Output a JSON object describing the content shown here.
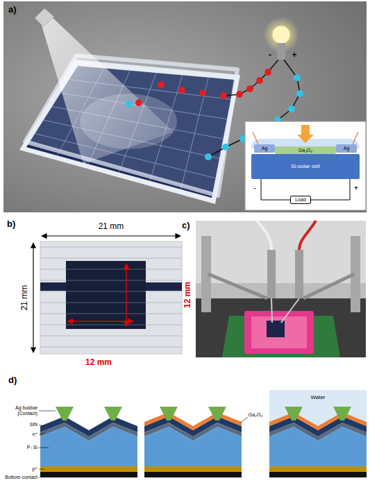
{
  "diagram": {
    "nodes": [
      {
        "text": [
          "Ag"
        ]
      },
      {
        "text": [
          "Ga₂O₃"
        ]
      },
      {
        "text": [
          "Ag"
        ]
      },
      {
        "text": [
          "Si-solar cell"
        ]
      },
      {
        "text": [
          "Load"
        ]
      },
      {
        "text": [
          "Water"
        ]
      }
    ],
    "edges": [
      {
        "from": 3,
        "to": 4,
        "arrow": "none"
      },
      {
        "from": 4,
        "to": 3,
        "arrow": "none"
      }
    ],
    "labels": [
      "a)",
      "-",
      "+",
      "-",
      "+",
      "b)",
      "21 mm",
      "21 mm",
      "12 mm",
      "12 mm",
      "c)",
      "d)",
      "Ag busbar (Contact)",
      "SiN",
      "n⁺",
      "P- Si",
      "p⁺",
      "Bottom contact",
      "Ga₂O₃"
    ]
  }
}
